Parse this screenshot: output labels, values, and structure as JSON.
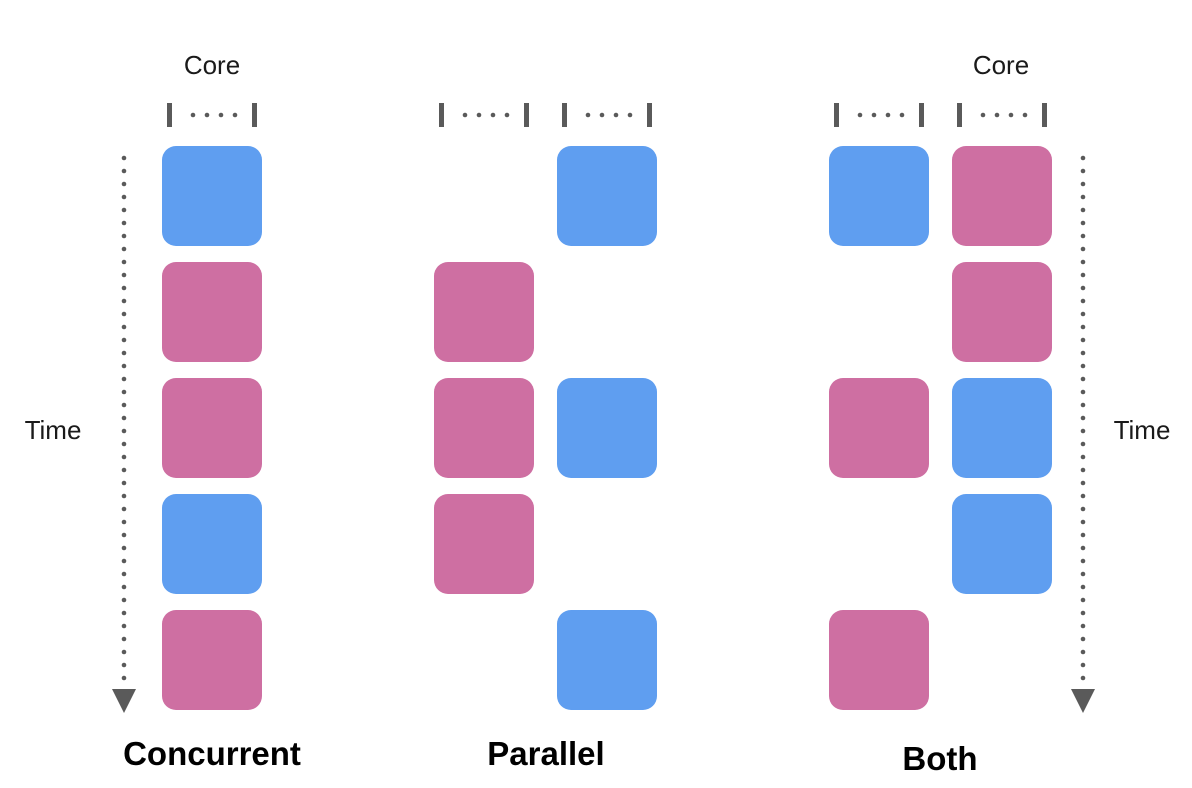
{
  "colors": {
    "blue": "#5F9EF0",
    "pink": "#CE6FA2",
    "axis": "#5A5A5A"
  },
  "labels": {
    "core_left": "Core",
    "core_right": "Core",
    "time_left": "Time",
    "time_right": "Time",
    "concurrent": "Concurrent",
    "parallel": "Parallel",
    "both": "Both"
  },
  "panels": [
    {
      "name": "concurrent",
      "lanes": [
        [
          "blue",
          "pink",
          "pink",
          "blue",
          "pink"
        ]
      ]
    },
    {
      "name": "parallel",
      "lanes": [
        [
          null,
          "pink",
          "pink",
          "pink",
          null
        ],
        [
          "blue",
          null,
          "blue",
          null,
          "blue"
        ]
      ]
    },
    {
      "name": "both",
      "lanes": [
        [
          "blue",
          null,
          "pink",
          null,
          "pink"
        ],
        [
          "pink",
          "pink",
          "blue",
          "blue",
          null
        ]
      ]
    }
  ]
}
